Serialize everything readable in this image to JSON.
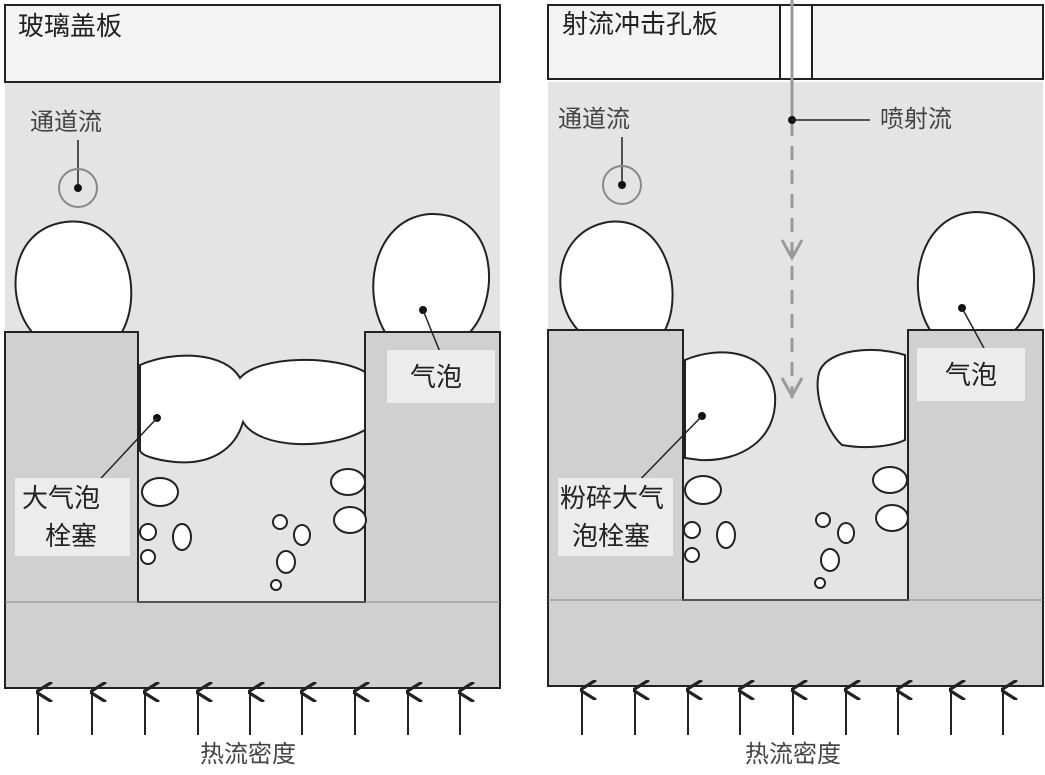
{
  "left_panel": {
    "cover_label": "玻璃盖板",
    "channel_flow_label": "通道流",
    "bubble_label": "气泡",
    "plug_label_line1": "大气泡",
    "plug_label_line2": "栓塞",
    "heat_flux_label": "热流密度"
  },
  "right_panel": {
    "cover_label": "射流冲击孔板",
    "channel_flow_label": "通道流",
    "jet_label": "喷射流",
    "bubble_label": "气泡",
    "plug_label_line1": "粉碎大气",
    "plug_label_line2": "泡栓塞",
    "heat_flux_label": "热流密度"
  },
  "colors": {
    "fluid": "#e4e4e4",
    "solid": "#d0d0d0",
    "outline": "#222222",
    "jet": "#9a9a9a"
  }
}
